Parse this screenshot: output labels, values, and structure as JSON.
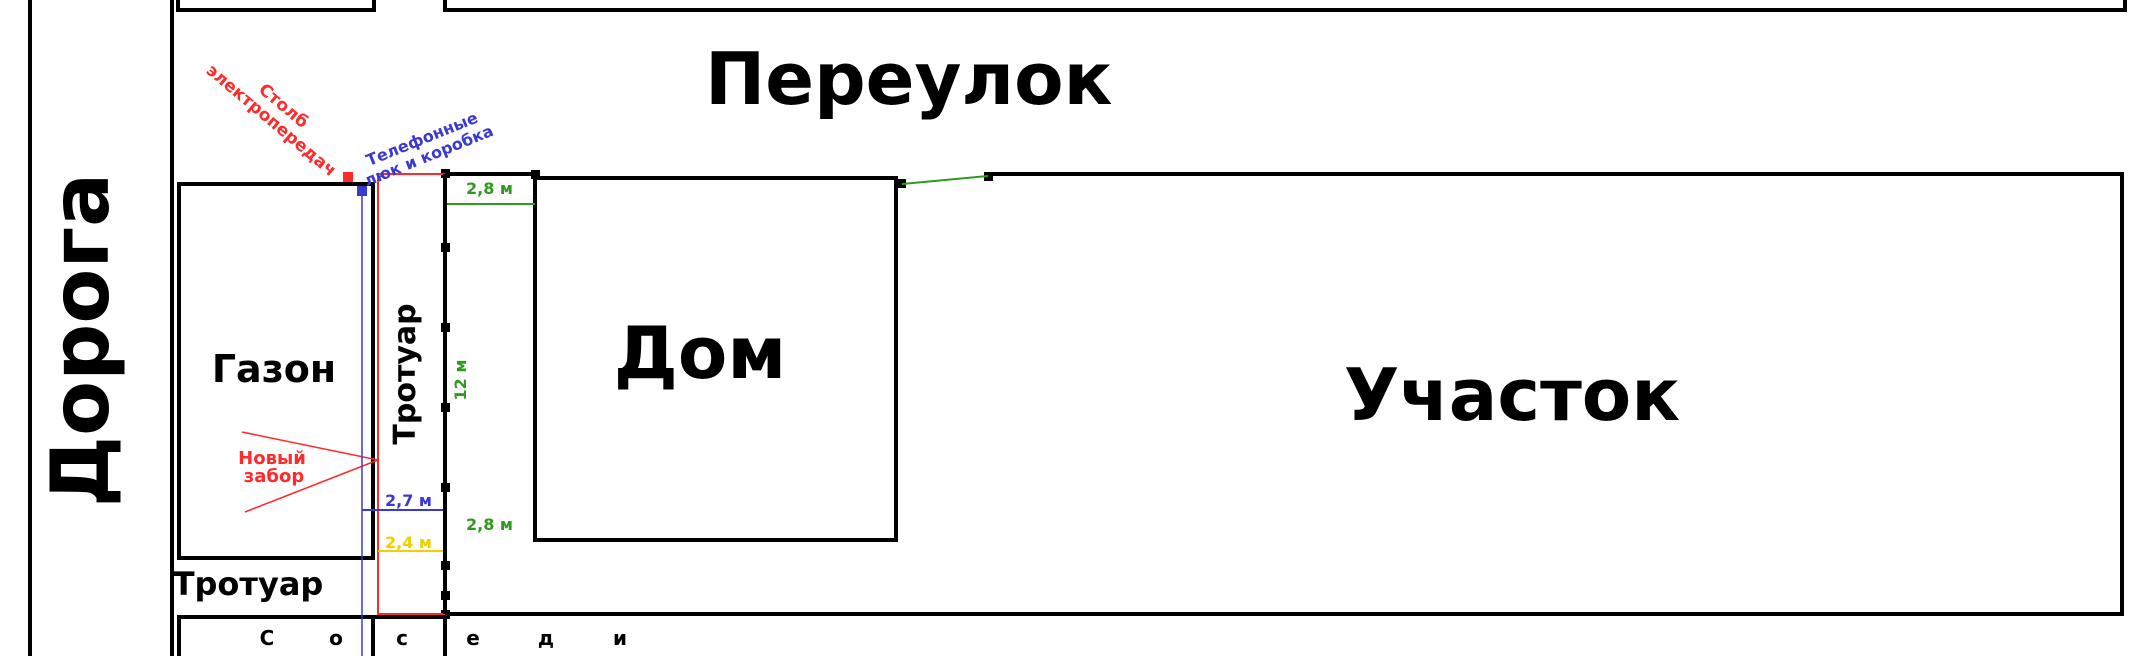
{
  "labels": {
    "road": "Дорога",
    "lane": "Переулок",
    "lawn": "Газон",
    "sidewalk_vertical": "Тротуар",
    "sidewalk_horizontal": "Тротуар",
    "house": "Дом",
    "plot": "Участок",
    "neighbors": [
      "С",
      "о",
      "с",
      "е",
      "д",
      "и"
    ],
    "pole_line1": "Столб",
    "pole_line2": "электропередач",
    "phone_line1": "Телефонные",
    "phone_line2": "люк и коробка",
    "fence_line1": "Новый",
    "fence_line2": "забор"
  },
  "dimensions": {
    "top_gap": "2,8 м",
    "length": "12 м",
    "bottom_gap": "2,8 м",
    "blue_gap": "2,7 м",
    "yellow_gap": "2,4 м"
  },
  "colors": {
    "outline": "#000000",
    "red": "#ff2a2a",
    "blue": "#3a3ad0",
    "green": "#2e9a1e",
    "yellow": "#f0d000"
  }
}
